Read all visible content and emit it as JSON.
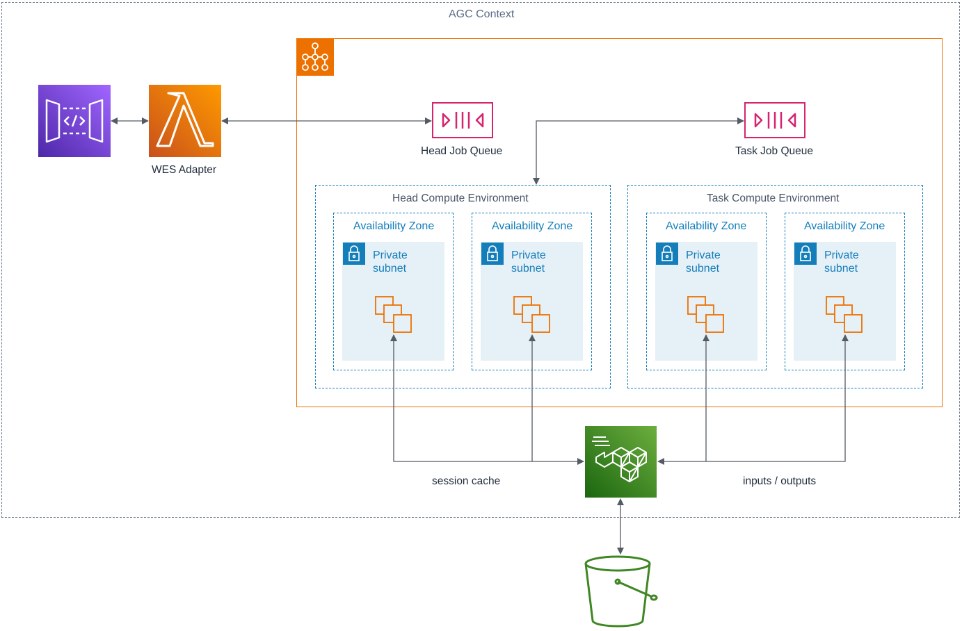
{
  "diagram": {
    "context_title": "AGC Context",
    "wes_adapter_label": "WES Adapter",
    "head_queue_label": "Head Job Queue",
    "task_queue_label": "Task Job Queue",
    "head_env_title": "Head Compute Environment",
    "task_env_title": "Task Compute Environment",
    "az_label": "Availability Zone",
    "subnet_line1": "Private",
    "subnet_line2": "subnet",
    "session_cache_label": "session cache",
    "io_label": "inputs / outputs"
  },
  "icons": {
    "api_gateway": "api-gateway-icon",
    "lambda": "lambda-icon",
    "step_functions": "step-functions-icon",
    "job_queue": "job-queue-icon",
    "ec2_instances": "ec2-instances-icon",
    "lock": "lock-icon",
    "efs": "elastic-file-system-icon",
    "s3_bucket": "s3-bucket-icon"
  },
  "colors": {
    "orange": "#ed7100",
    "purple": "#7b3ff0",
    "pink": "#d6246e",
    "green": "#3f8624",
    "blue": "#147eba",
    "line": "#545b64"
  }
}
